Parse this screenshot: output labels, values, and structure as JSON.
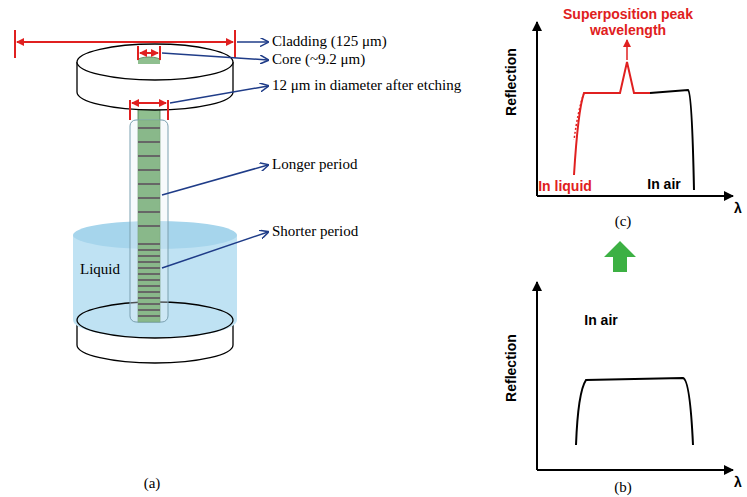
{
  "diagram": {
    "labels": [
      "Cladding (125 μm)",
      "Core (~9.2 μm)",
      "12 μm in diameter after etching",
      "Longer period",
      "Shorter period",
      "Liquid",
      "(a)",
      "Superposition peak wavelength",
      "Reflection",
      "In liquid",
      "In air",
      "λ",
      "(c)",
      "Reflection",
      "In air",
      "λ",
      "(b)"
    ]
  }
}
